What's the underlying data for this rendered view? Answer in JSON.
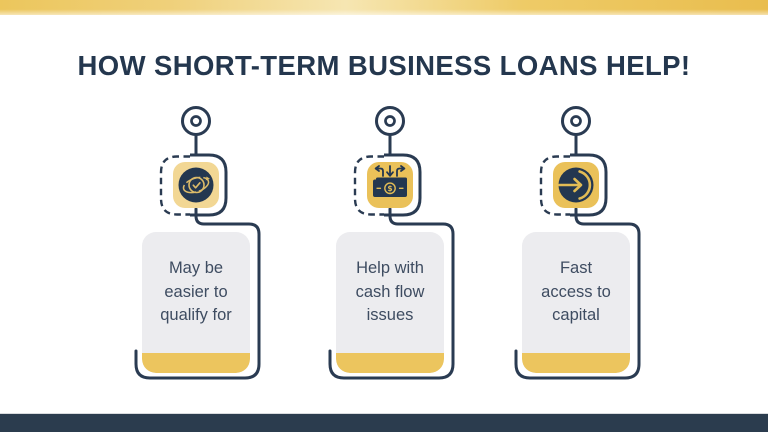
{
  "title": "HOW SHORT-TERM BUSINESS LOANS HELP!",
  "colors": {
    "accent_gold": "#EAC159",
    "accent_gold_light": "#F2D794",
    "accent_strip": "#ECC55E",
    "navy_line": "#2A3B52",
    "navy_fill": "#233750",
    "title_text": "#24374E",
    "card_bg": "#ECECEF",
    "card_text": "#3E4C61",
    "bottom_bar": "#2B3C4E"
  },
  "columns": [
    {
      "icon": "coin-turnover-icon",
      "icon_bg": "#F2D794",
      "label": "May be\neasier to\nqualify for"
    },
    {
      "icon": "cash-flow-icon",
      "icon_bg": "#EAC159",
      "label": "Help with\ncash flow\nissues"
    },
    {
      "icon": "fast-access-icon",
      "icon_bg": "#EAC159",
      "label": "Fast\naccess to\ncapital"
    }
  ]
}
